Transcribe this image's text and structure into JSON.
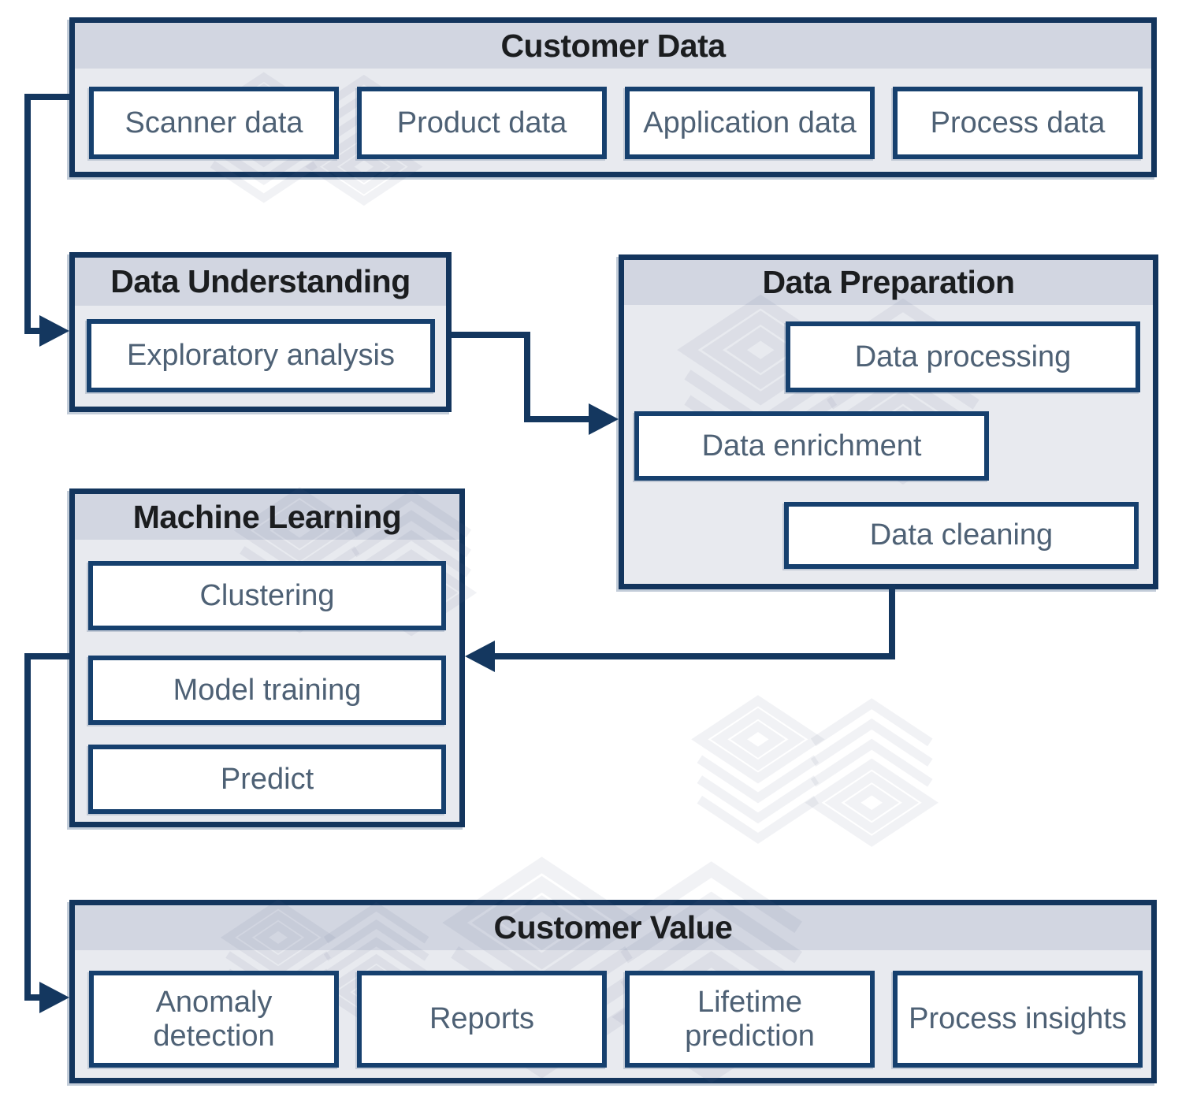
{
  "diagram": {
    "type": "flowchart",
    "groups": [
      {
        "title": "Customer Data",
        "items": [
          "Scanner data",
          "Product data",
          "Application data",
          "Process data"
        ]
      },
      {
        "title": "Data Understanding",
        "items": [
          "Exploratory analysis"
        ]
      },
      {
        "title": "Data Preparation",
        "items": [
          "Data processing",
          "Data enrichment",
          "Data cleaning"
        ]
      },
      {
        "title": "Machine Learning",
        "items": [
          "Clustering",
          "Model training",
          "Predict"
        ]
      },
      {
        "title": "Customer Value",
        "items": [
          "Anomaly detection",
          "Reports",
          "Lifetime prediction",
          "Process insights"
        ]
      }
    ],
    "connections": [
      {
        "from": "Customer Data",
        "to": "Data Understanding"
      },
      {
        "from": "Data Understanding",
        "to": "Data Preparation"
      },
      {
        "from": "Data Preparation",
        "to": "Machine Learning"
      },
      {
        "from": "Machine Learning",
        "to": "Customer Value"
      }
    ],
    "colors": {
      "outer_border": "#13355d",
      "inner_border": "#16406e",
      "arrow": "#14375f",
      "header_fill": "#d2d6e1",
      "body_fill": "#e8eaef",
      "item_fill": "#ffffff",
      "title_text": "#1b1d1f",
      "item_text": "#4e6175"
    }
  }
}
